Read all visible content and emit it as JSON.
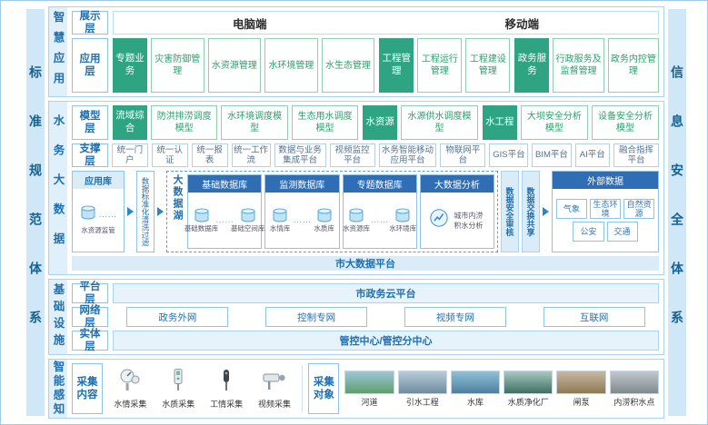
{
  "colors": {
    "primary_blue": "#1f6fae",
    "header_blue": "#2f6eb5",
    "teal_green": "#2fa482",
    "item_green": "#2e9e6e",
    "light_blue_bg": "#d9ecf8"
  },
  "frame": {
    "left_bar": "标准规范体系",
    "right_bar": "信息安全体系"
  },
  "app": {
    "label": "智慧应用",
    "display": {
      "label": "展示层",
      "pc": "电脑端",
      "mobile": "移动端"
    },
    "applayer": {
      "label": "应用层",
      "groups": [
        {
          "header": "专题业务",
          "items": [
            "灾害防御管理",
            "水资源管理",
            "水环境管理",
            "水生态管理"
          ]
        },
        {
          "header": "工程管理",
          "items": [
            "工程运行管理",
            "工程建设管理"
          ]
        },
        {
          "header": "政务服务",
          "items": [
            "行政服务及监督管理",
            "政务内控管理"
          ]
        }
      ]
    }
  },
  "bigdata": {
    "label": "水务大数据",
    "model": {
      "label": "模型层",
      "groups": [
        {
          "header": "流域综合",
          "items": [
            "防洪排涝调度模型",
            "水环境调度模型",
            "生态用水调度模型"
          ]
        },
        {
          "header": "水资源",
          "items": [
            "水源供水调度模型"
          ]
        },
        {
          "header": "水工程",
          "items": [
            "大坝安全分析模型",
            "设备安全分析模型"
          ]
        }
      ]
    },
    "support": {
      "label": "支撑层",
      "items": [
        "统一门户",
        "统一认证",
        "统一报表",
        "统一工作流",
        "数据与业务集成平台",
        "视频监控平台",
        "水务智能移动应用平台",
        "物联网平台",
        "GIS平台",
        "BIM平台",
        "AI平台",
        "融合指挥平台"
      ]
    },
    "flow": {
      "appdb": {
        "header": "应用库",
        "caption": "水资源监管",
        "dots": "……"
      },
      "clean": "数据标准化清洗过滤",
      "lake": {
        "label": "大数据湖",
        "db_cards": [
          {
            "header": "基础数据库",
            "cyl1": "基础数据库",
            "cyl2": "基础空间库"
          },
          {
            "header": "监测数据库",
            "cyl1": "水情库",
            "cyl2": "水质库"
          },
          {
            "header": "专题数据库",
            "cyl1": "水资源库",
            "cyl2": "水环境库"
          }
        ],
        "analysis": {
          "header": "大数据分析",
          "caption": "城市内涝积水分析"
        }
      },
      "audit": "数据安全审核",
      "exchange": "数据交换共享",
      "external": {
        "header": "外部数据",
        "items": [
          "气象",
          "生态环境",
          "自然资源",
          "公安",
          "交通"
        ]
      }
    },
    "citybar": "市大数据平台"
  },
  "infra": {
    "label": "基础设施",
    "platform": {
      "label": "平台层",
      "text": "市政务云平台"
    },
    "network": {
      "label": "网络层",
      "items": [
        "政务外网",
        "控制专网",
        "视频专网",
        "互联网"
      ]
    },
    "entity": {
      "label": "实体层",
      "text": "管控中心/管控分中心"
    }
  },
  "sense": {
    "label": "智能感知",
    "content": {
      "label": "采集内容",
      "items": [
        "水情采集",
        "水质采集",
        "工情采集",
        "视频采集"
      ]
    },
    "objects": {
      "label": "采集对象",
      "items": [
        "河道",
        "引水工程",
        "水库",
        "水质净化厂",
        "闸泵",
        "内涝积水点"
      ]
    }
  }
}
